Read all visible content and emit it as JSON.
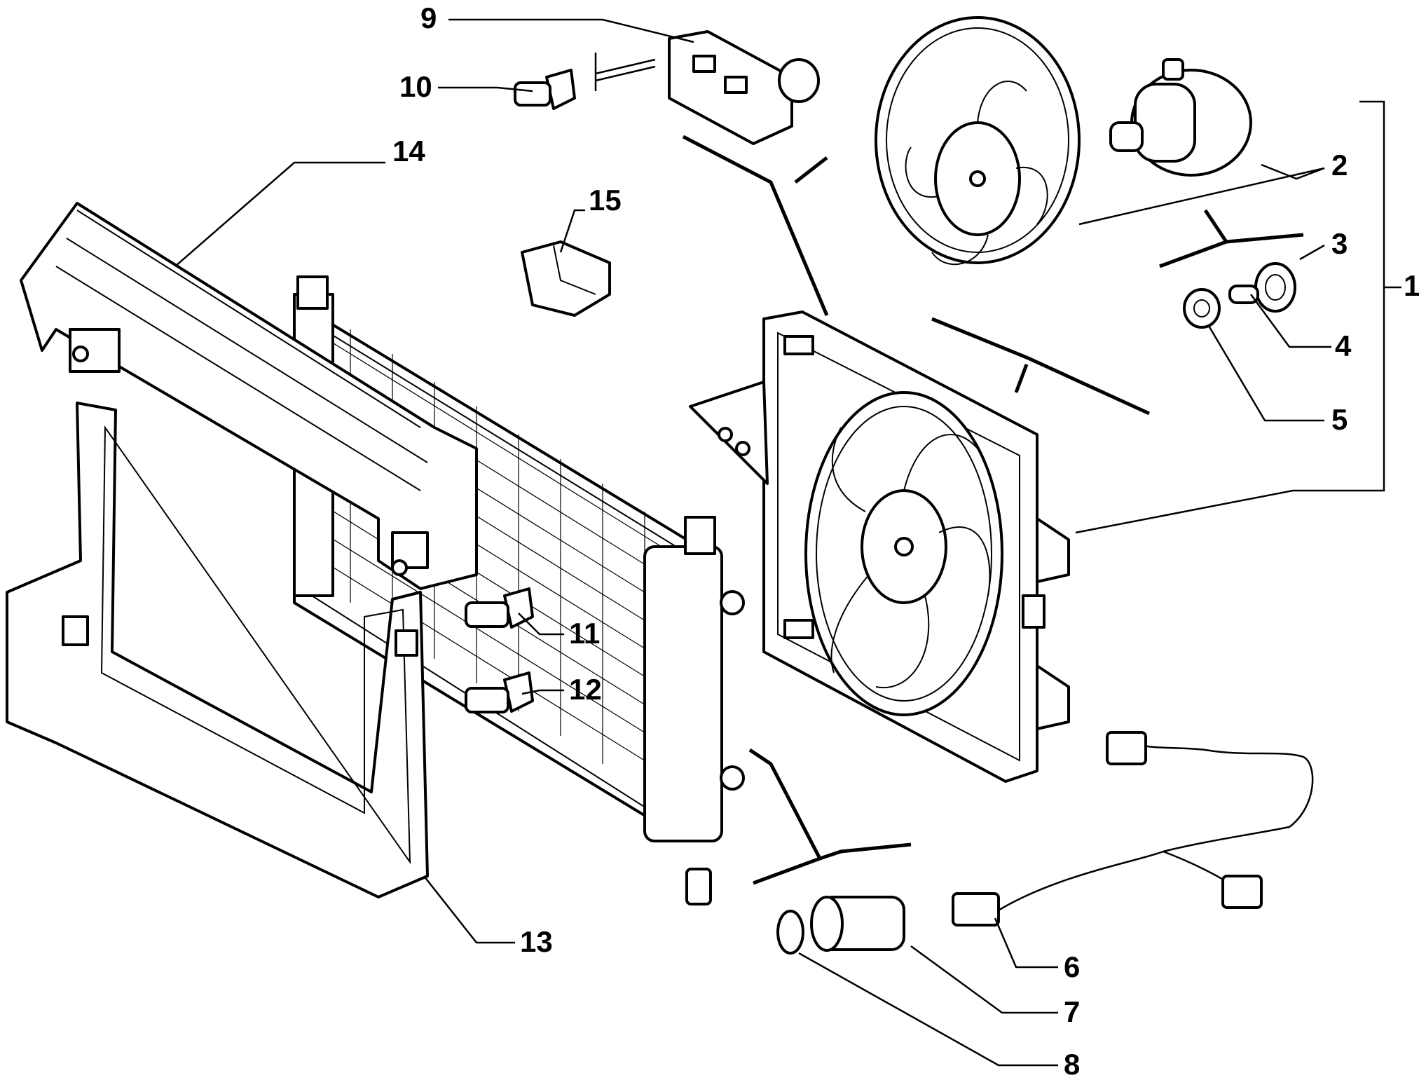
{
  "diagram": {
    "background_color": "#ffffff",
    "line_color": "#000000",
    "parts": [
      {
        "id": "fan-assembly",
        "label": "1"
      },
      {
        "id": "fan-impeller",
        "label": "2"
      },
      {
        "id": "grommet",
        "label": "3"
      },
      {
        "id": "spacer-sleeve",
        "label": "4"
      },
      {
        "id": "nut",
        "label": "5"
      },
      {
        "id": "wiring-harness",
        "label": "6"
      },
      {
        "id": "thermal-switch",
        "label": "7"
      },
      {
        "id": "sealing-ring",
        "label": "8"
      },
      {
        "id": "resistor",
        "label": "9"
      },
      {
        "id": "resistor-screw",
        "label": "10"
      },
      {
        "id": "screw-a",
        "label": "11"
      },
      {
        "id": "screw-b",
        "label": "12"
      },
      {
        "id": "lower-frame",
        "label": "13"
      },
      {
        "id": "upper-crossmember",
        "label": "14"
      },
      {
        "id": "clip",
        "label": "15"
      }
    ]
  }
}
